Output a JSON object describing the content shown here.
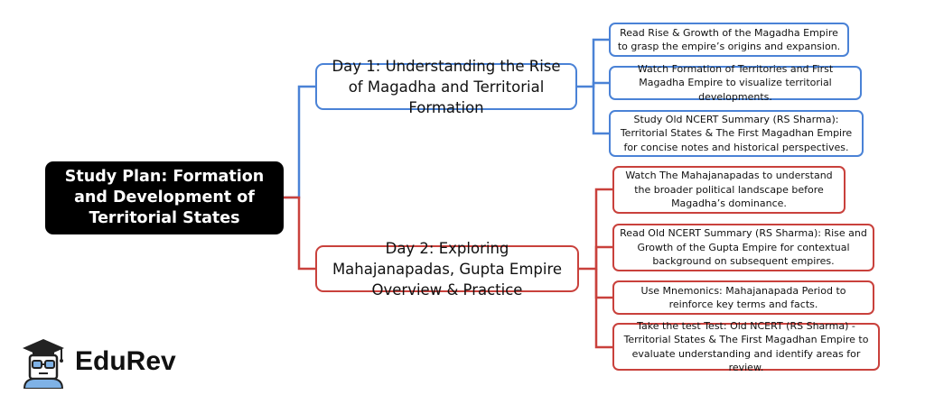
{
  "root": {
    "title": "Study Plan: Formation and Development of Territorial States"
  },
  "days": [
    {
      "label": "Day 1: Understanding the Rise of Magadha and Territorial Formation",
      "color": "#4a82d6",
      "tasks": [
        "Read Rise & Growth of the Magadha Empire to grasp the empire’s origins and expansion.",
        "Watch Formation of Territories and First Magadha Empire to visualize territorial developments.",
        "Study Old NCERT Summary (RS Sharma): Territorial States & The First Magadhan Empire for concise notes and historical perspectives."
      ]
    },
    {
      "label": "Day 2: Exploring Mahajanapadas, Gupta Empire Overview & Practice",
      "color": "#c9413c",
      "tasks": [
        "Watch The Mahajanapadas to understand the broader political landscape before Magadha’s dominance.",
        "Read Old NCERT Summary (RS Sharma): Rise and Growth of the Gupta Empire for contextual background on subsequent empires.",
        "Use Mnemonics: Mahajanapada Period to reinforce key terms and facts.",
        "Take the test Test: Old NCERT (RS Sharma) - Territorial States & The First Magadhan Empire to evaluate understanding and identify areas for review."
      ]
    }
  ],
  "brand": {
    "name": "EduRev",
    "icon": "graduation-cap-student-icon"
  }
}
